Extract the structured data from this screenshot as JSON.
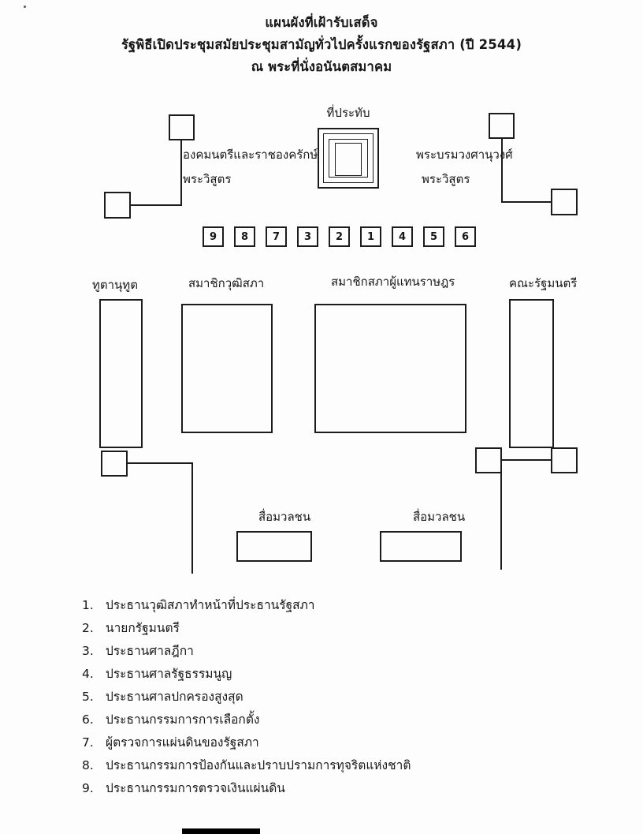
{
  "header": {
    "line1": "แผนผังที่เฝ้ารับเสด็จ",
    "line2": "รัฐพิธีเปิดประชุมสมัยประชุมสามัญทั่วไปครั้งแรกของรัฐสภา (ปี 2544)",
    "line3": "ณ พระที่นั่งอนันตสมาคม"
  },
  "diagram": {
    "throne_label": "ที่ประทับ",
    "left_label_line1": "องคมนตรีและราชองครักษ์",
    "left_label_line2": "พระวิสูตร",
    "right_label_line1": "พระบรมวงศานุวงศ์",
    "right_label_line2": "พระวิสูตร",
    "numbered_seats": [
      "9",
      "8",
      "7",
      "3",
      "2",
      "1",
      "4",
      "5",
      "6"
    ],
    "area_labels": {
      "diplomats": "ทูตานุทูต",
      "senators": "สมาชิกวุฒิสภา",
      "representatives": "สมาชิกสภาผู้แทนราษฎร",
      "cabinet": "คณะรัฐมนตรี"
    },
    "media_label_left": "สื่อมวลชน",
    "media_label_right": "สื่อมวลชน"
  },
  "legend": {
    "items": [
      {
        "num": "1.",
        "text": "ประธานวุฒิสภาทำหน้าที่ประธานรัฐสภา"
      },
      {
        "num": "2.",
        "text": "นายกรัฐมนตรี"
      },
      {
        "num": "3.",
        "text": "ประธานศาลฎีกา"
      },
      {
        "num": "4.",
        "text": "ประธานศาลรัฐธรรมนูญ"
      },
      {
        "num": "5.",
        "text": "ประธานศาลปกครองสูงสุด"
      },
      {
        "num": "6.",
        "text": "ประธานกรรมการการเลือกตั้ง"
      },
      {
        "num": "7.",
        "text": "ผู้ตรวจการแผ่นดินของรัฐสภา"
      },
      {
        "num": "8.",
        "text": "ประธานกรรมการป้องกันและปราบปรามการทุจริตแห่งชาติ"
      },
      {
        "num": "9.",
        "text": "ประธานกรรมการตรวจเงินแผ่นดิน"
      }
    ]
  },
  "colors": {
    "ink": "#1c1c1c",
    "paper": "#fdfdfd"
  }
}
